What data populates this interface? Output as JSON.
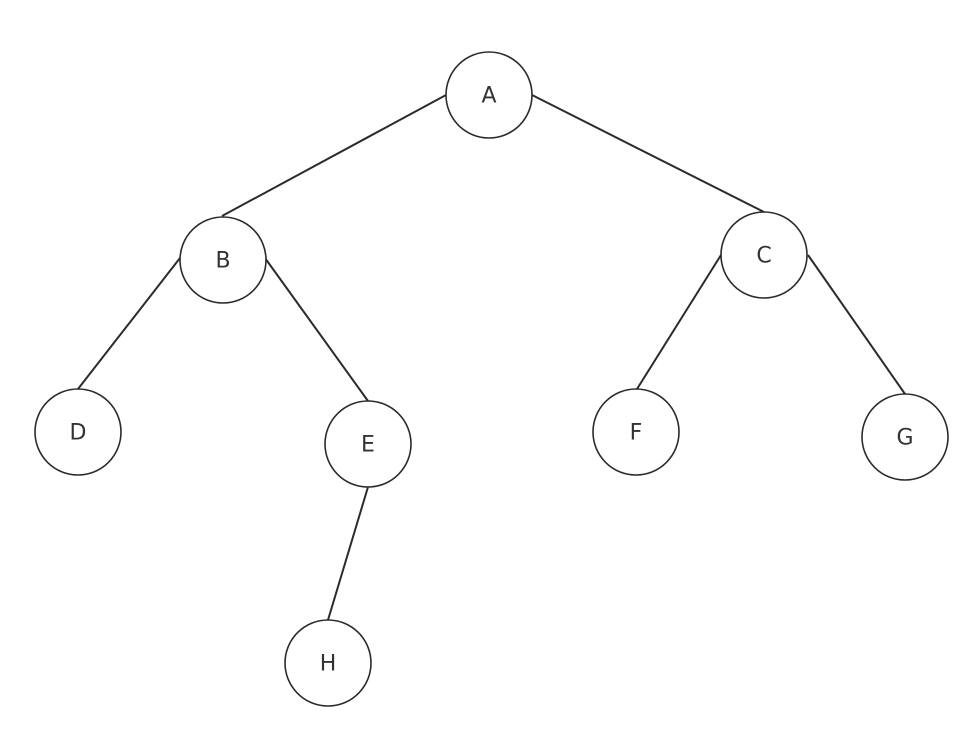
{
  "tree": {
    "nodes": [
      {
        "id": "A",
        "label": "A"
      },
      {
        "id": "B",
        "label": "B"
      },
      {
        "id": "C",
        "label": "C"
      },
      {
        "id": "D",
        "label": "D"
      },
      {
        "id": "E",
        "label": "E"
      },
      {
        "id": "F",
        "label": "F"
      },
      {
        "id": "G",
        "label": "G"
      },
      {
        "id": "H",
        "label": "H"
      }
    ],
    "edges": [
      {
        "from": "A",
        "to": "B"
      },
      {
        "from": "A",
        "to": "C"
      },
      {
        "from": "B",
        "to": "D"
      },
      {
        "from": "B",
        "to": "E"
      },
      {
        "from": "C",
        "to": "F"
      },
      {
        "from": "C",
        "to": "G"
      },
      {
        "from": "E",
        "to": "H"
      }
    ]
  }
}
